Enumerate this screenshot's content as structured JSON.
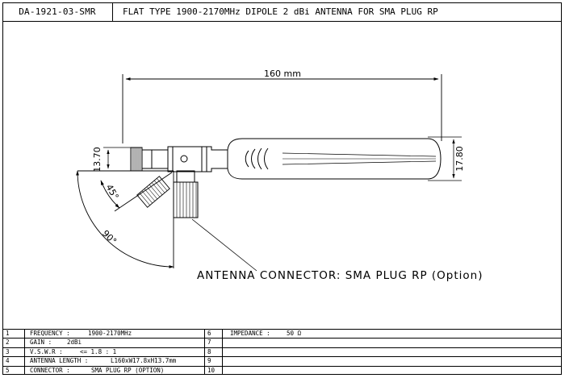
{
  "header": {
    "part_number": "DA-1921-03-SMR",
    "title": "FLAT TYPE 1900-2170MHz DIPOLE 2 dBi ANTENNA FOR SMA PLUG RP"
  },
  "drawing": {
    "length_dim": "160 mm",
    "height_dim_left": "13.70",
    "height_dim_right": "17.80",
    "angle_small": "45°",
    "angle_large": "90°",
    "connector_label": "ANTENNA CONNECTOR: SMA PLUG RP (Option)"
  },
  "specs": {
    "left": [
      {
        "num": "1",
        "label": "FREQUENCY  :",
        "value": "1900-2170MHz"
      },
      {
        "num": "2",
        "label": "GAIN  :",
        "value": "2dBi"
      },
      {
        "num": "3",
        "label": "V.S.W.R  :",
        "value": "<= 1.8 : 1"
      },
      {
        "num": "4",
        "label": "ANTENNA LENGTH  :",
        "value": "L160xW17.8xH13.7mm"
      },
      {
        "num": "5",
        "label": "CONNECTOR  :",
        "value": "SMA PLUG RP (OPTION)"
      }
    ],
    "right": [
      {
        "num": "6",
        "label": "IMPEDANCE  :",
        "value": "50 Ω"
      },
      {
        "num": "7",
        "label": "",
        "value": ""
      },
      {
        "num": "8",
        "label": "",
        "value": ""
      },
      {
        "num": "9",
        "label": "",
        "value": ""
      },
      {
        "num": "10",
        "label": "",
        "value": ""
      }
    ]
  }
}
